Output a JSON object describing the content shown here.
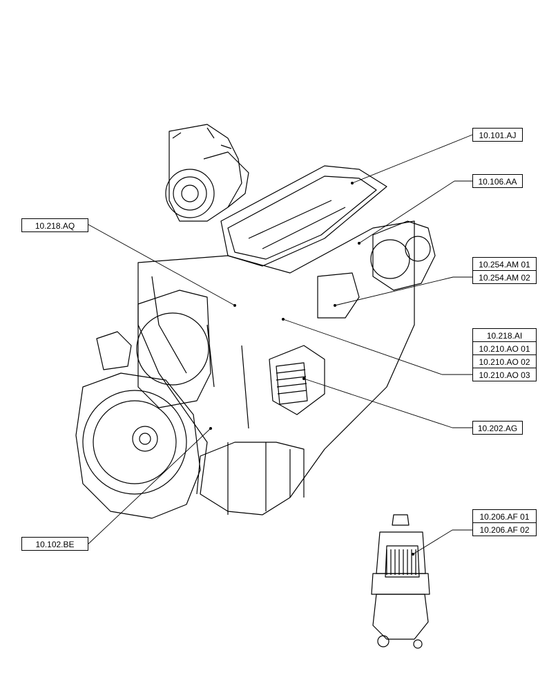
{
  "callouts": {
    "c_10101AJ": "10.101.AJ",
    "c_10106AA": "10.106.AA",
    "c_10218AQ": "10.218.AQ",
    "c_10254AM01": "10.254.AM 01",
    "c_10254AM02": "10.254.AM 02",
    "c_10218AI": "10.218.AI",
    "c_10210AO01": "10.210.AO 01",
    "c_10210AO02": "10.210.AO 02",
    "c_10210AO03": "10.210.AO 03",
    "c_10202AG": "10.202.AG",
    "c_10102BE": "10.102.BE",
    "c_10206AF01": "10.206.AF 01",
    "c_10206AF02": "10.206.AF 02"
  }
}
